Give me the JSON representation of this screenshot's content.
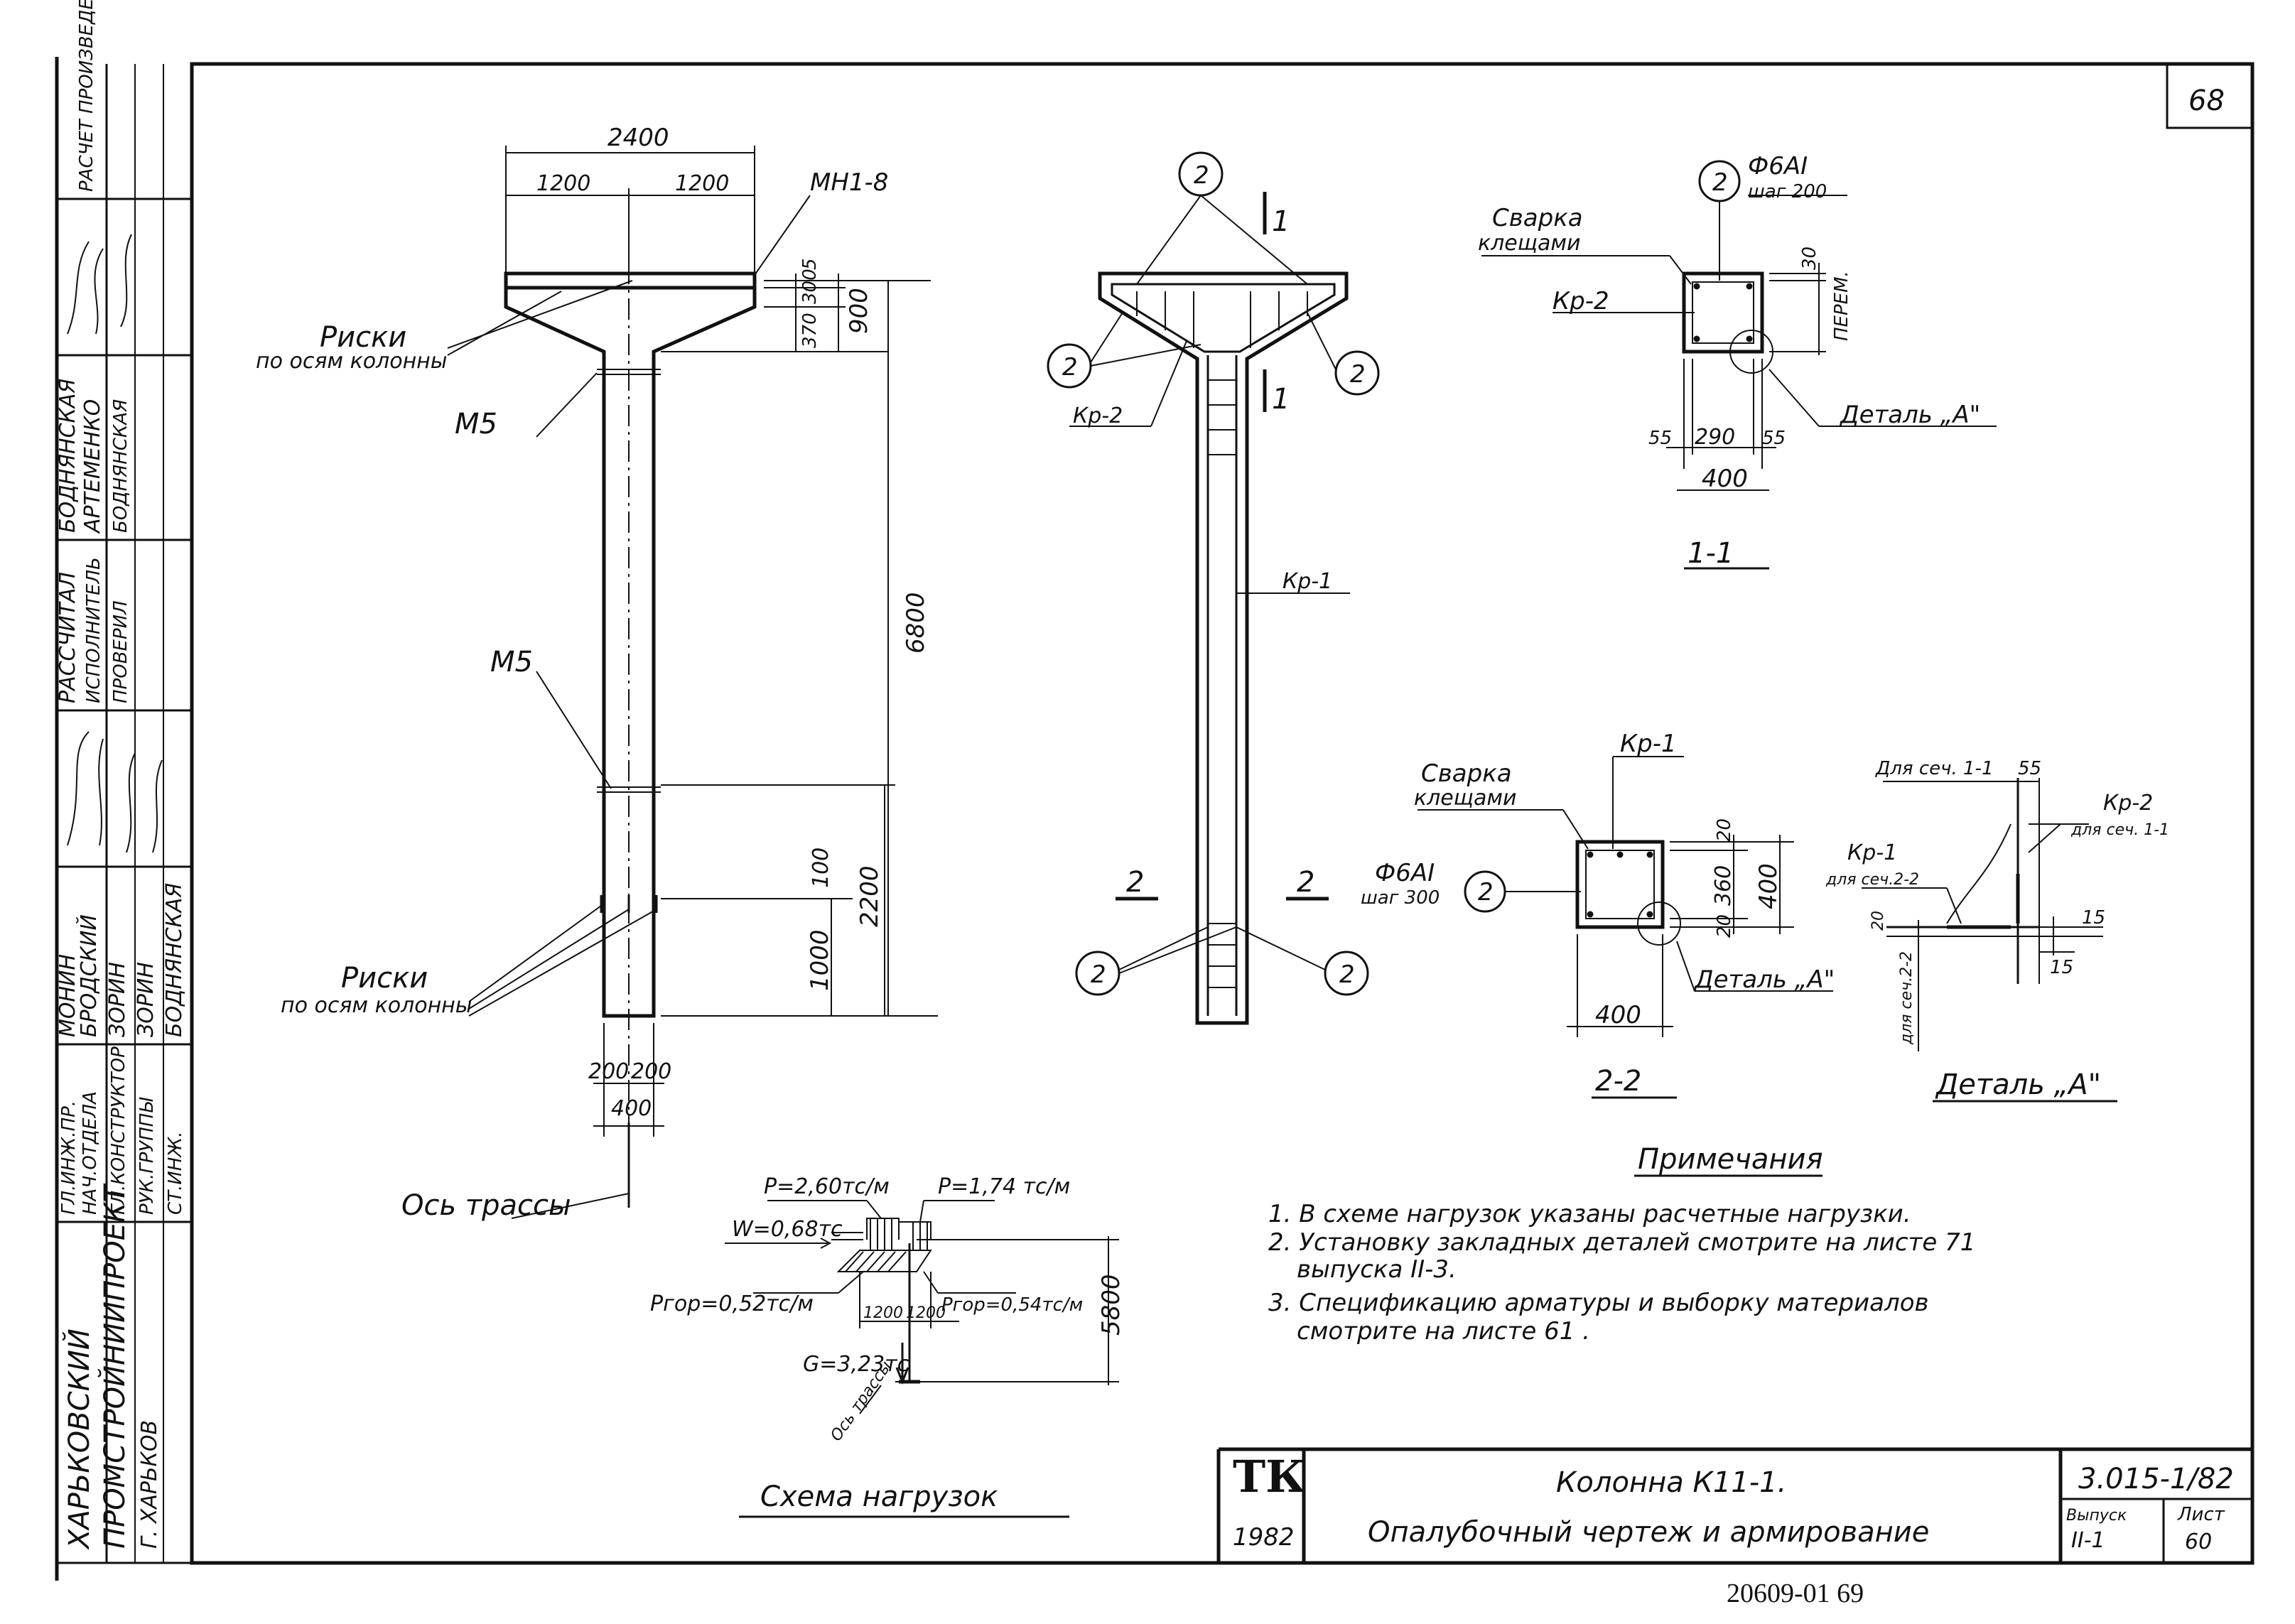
{
  "sheet_number_top": "68",
  "stamp": {
    "calc_note": "РАСЧЕТ ПРОИЗВЕДЕН В ОМИТРЕ ПО ПРОГРАММЕ ХОС",
    "org_line1": "ХАРЬКОВСКИЙ",
    "org_line2": "ПРОМСТРОЙНИИПРОЕКТ",
    "org_line3": "Г. ХАРЬКОВ",
    "roles": [
      "ГЛ.ИНЖ.ПР.",
      "НАЧ.ОТДЕЛА",
      "ГЛ.КОНСТРУКТОР",
      "РУК.ГРУППЫ",
      "СТ.ИНЖ."
    ],
    "role_names": [
      "МОНИН",
      "БРОДСКИЙ",
      "ЗОРИН",
      "ЗОРИН",
      "БОДНЯНСКАЯ"
    ],
    "right_roles": [
      "РАССЧИТАЛ",
      "ИСПОЛНИТЕЛЬ",
      "ПРОВЕРИЛ"
    ],
    "right_names": [
      "БОДНЯНСКАЯ",
      "АРТЕМЕНКО",
      "БОДНЯНСКАЯ"
    ]
  },
  "formwork": {
    "dim_total": "2400",
    "dim_left": "1200",
    "dim_right": "1200",
    "label_mi": "МН1-8",
    "risks_top": "Риски",
    "risks_top_sub": "по осям колонны",
    "m5_top": "М5",
    "m5_mid": "М5",
    "risks_bottom": "Риски",
    "risks_bottom_sub": "по осям колонны",
    "dim_5": "5",
    "dim_300": "300",
    "dim_370": "370",
    "dim_900": "900",
    "dim_6800": "6800",
    "dim_100": "100",
    "dim_2200": "2200",
    "dim_1000": "1000",
    "dim_200a": "200",
    "dim_200b": "200",
    "dim_400": "400",
    "axis_label": "Ось трассы"
  },
  "reinforcement": {
    "mark_2": "2",
    "section_1": "1",
    "section_2": "2",
    "kp2": "Кр-2",
    "kp1": "Кр-1"
  },
  "section_1_1": {
    "mark": "2",
    "bar": "Ф6АI",
    "step": "шаг 200",
    "weld": "Сварка",
    "weld_sub": "клещами",
    "kp2": "Кр-2",
    "dim_30": "30",
    "dim_var": "ПЕРЕМ.",
    "detail": "Деталь „А\"",
    "dim_55a": "55",
    "dim_290": "290",
    "dim_55b": "55",
    "dim_400": "400",
    "title": "1-1"
  },
  "section_2_2": {
    "kp1": "Кр-1",
    "weld": "Сварка",
    "weld_sub": "клещами",
    "bar": "Ф6АI",
    "step": "шаг 300",
    "mark": "2",
    "dim_20a": "20",
    "dim_360": "360",
    "dim_400v": "400",
    "dim_20b": "20",
    "detail": "Деталь „А\"",
    "dim_400": "400",
    "title": "2-2"
  },
  "detail_a": {
    "for_sec11": "Для сеч. 1-1",
    "dim_55": "55",
    "kp2": "Кр-2",
    "kp2_sub": "для сеч. 1-1",
    "kp1": "Кр-1",
    "kp1_sub": "для сеч.2-2",
    "dim_20": "20",
    "for_sec22": "для сеч.2-2",
    "dim_15a": "15",
    "dim_15b": "15",
    "title": "Деталь „А\""
  },
  "load_scheme": {
    "p1": "P=2,60тс/м",
    "p2": "P=1,74 тс/м",
    "w": "W=0,68тс",
    "phor1": "Pгор=0,52тс/м",
    "phor2": "Pгор=0,54тс/м",
    "dim_1200a": "1200",
    "dim_1200b": "1200",
    "dim_5800": "5800",
    "g": "G=3,23тс",
    "axis": "Ось трассы",
    "title": "Схема нагрузок"
  },
  "notes": {
    "title": "Примечания",
    "items": [
      "1. В схеме нагрузок указаны расчетные нагрузки.",
      "2. Установку закладных деталей смотрите на листе 71",
      "выпуска II-3.",
      "3. Спецификацию арматуры и выборку материалов",
      "смотрите на листе 61 ."
    ]
  },
  "title_block": {
    "logo": "ТК",
    "year": "1982",
    "title_line1": "Колонна К11-1.",
    "title_line2": "Опалубочный чертеж и армирование",
    "doc_code": "3.015-1/82",
    "issue_label": "Выпуск",
    "issue_value": "II-1",
    "sheet_label": "Лист",
    "sheet_value": "60"
  },
  "footer_code": "20609-01   69"
}
